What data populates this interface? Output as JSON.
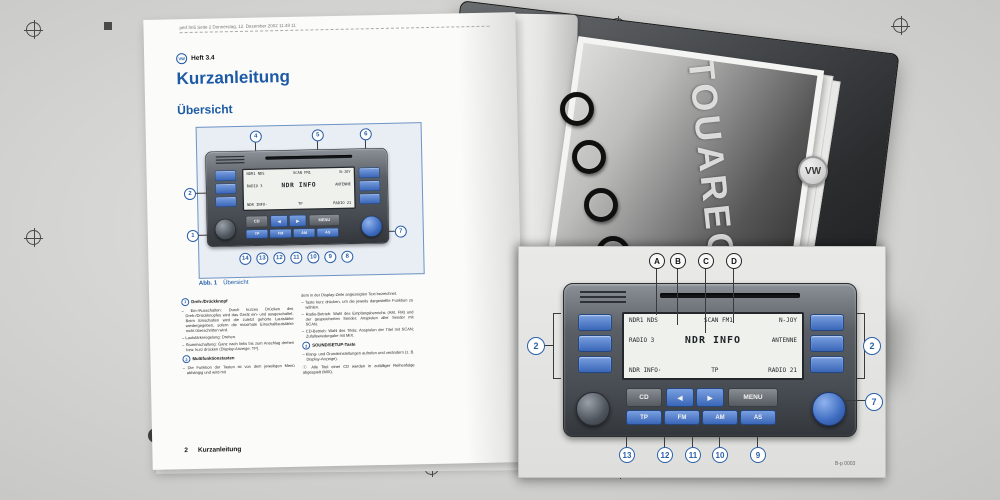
{
  "brand": {
    "logo_text": "VW"
  },
  "photo_page": {
    "model_text": "TOUAREG"
  },
  "page": {
    "header_line": "perf.fm5  Seite 2  Donnerstag, 12. Dezember 2002  11:48 11",
    "booklet": "Heft 3.4",
    "title": "Kurzanleitung",
    "subtitle": "Übersicht",
    "figure_caption_label": "Abb. 1",
    "figure_caption_text": "Übersicht",
    "footer_page_number": "2",
    "footer_text": "Kurzanleitung",
    "column1": [
      {
        "k": "h",
        "n": "1",
        "text": "Dreh-/Drückknopf"
      },
      {
        "k": "b",
        "text": "Ein-/Ausschalten: Durch kurzes Drücken des Dreh-/Drückknopfes wird das Gerät ein- und ausgeschaltet. Beim Einschalten wird die zuletzt gehörte Lautstärke wiedergegeben, sofern die maximale Einschaltlautstärke nicht überschritten wird."
      },
      {
        "k": "b",
        "text": "Lautstärkeregelung: Drehen."
      },
      {
        "k": "b",
        "text": "Stummschaltung: Ganz nach links bis zum Anschlag drehen bzw. kurz drücken (Display-Anzeige: TP)."
      },
      {
        "k": "h",
        "n": "2",
        "text": "Multifunktionstasten"
      },
      {
        "k": "b",
        "text": "Die Funktion der Tasten ist von dem jeweiligen Menü abhängig und wird mit"
      }
    ],
    "column2": [
      {
        "k": "p",
        "text": "dem in der Display-Zeile angezeigten Text bezeichnet."
      },
      {
        "k": "b",
        "text": "Taste kurz drücken, um die jeweils dargestellte Funktion zu wählen."
      },
      {
        "k": "b",
        "text": "Radio-Betrieb: Wahl des Empfangsbereichs (AM, FM) und der gespeicherten Sender; Anspielen aller Sender mit SCAN."
      },
      {
        "k": "b",
        "text": "CD-Betrieb: Wahl des Titels; Anspielen der Titel mit SCAN; Zufallswiedergabe mit MIX."
      },
      {
        "k": "h",
        "n": "3",
        "text": "SOUND/SETUP-Taste"
      },
      {
        "k": "b",
        "text": "Klang- und Grundeinstellungen aufrufen und verändern (z. B. Display-Anzeige)."
      },
      {
        "k": "n",
        "text": "Alle Titel einer CD werden in zufälliger Reihenfolge abgespielt (MIX)."
      }
    ]
  },
  "radio": {
    "display": {
      "r1c1": "NDR1 NDS",
      "r1c2": "SCAN FM1",
      "r1c3": "N-JOY",
      "r2c1": "RADIO 3",
      "r2c2": "NDR INFO",
      "r2c3": "ANTENNE",
      "r3c1": "NDR INFO·",
      "r3c2": "TP",
      "r3c3": "RADIO 21"
    },
    "buttons": {
      "cd": "CD",
      "left_arrow": "◀",
      "right_arrow": "▶",
      "menu": "MENU",
      "tp": "TP",
      "fm": "FM",
      "am": "AM",
      "as": "AS"
    }
  },
  "mini_diagram": {
    "callouts_top": [
      "4",
      "5",
      "6"
    ],
    "callout_presets_left": "2",
    "callout_knob_left": "1",
    "callout_knob_right": "7",
    "callouts_bottom": [
      "14",
      "13",
      "12",
      "11",
      "10",
      "9",
      "8"
    ]
  },
  "main_diagram": {
    "callouts_top": [
      "A",
      "B",
      "C",
      "D"
    ],
    "callout_presets_left": "2",
    "callout_presets_right": "2",
    "callout_knob_right": "7",
    "callouts_bottom": [
      "13",
      "12",
      "11",
      "10",
      "9"
    ],
    "note": "B-p 0003"
  }
}
